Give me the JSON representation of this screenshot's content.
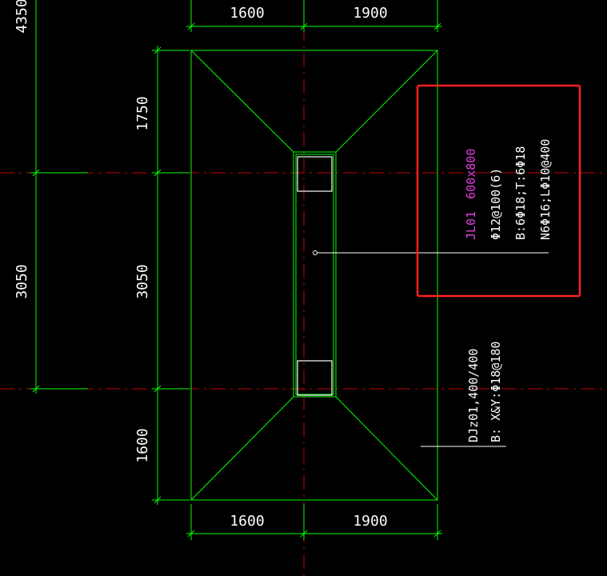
{
  "dimensions": {
    "top_left": "1600",
    "top_right": "1900",
    "bottom_left": "1600",
    "bottom_right": "1900",
    "outer_top": "4350",
    "outer_mid": "3050",
    "inner_top": "1750",
    "inner_mid": "3050",
    "inner_bottom": "1600"
  },
  "beam_label": {
    "name": "JL01",
    "size": "600x800",
    "stirrup": "Φ12@100(6)",
    "rebar": "B:6Φ18;T:6Φ18",
    "side": "N6Φ16;LΦ10@400"
  },
  "footing_label": {
    "line1": "DJz01,400/400",
    "line2": "B: X&Y:Φ18@180"
  },
  "colors": {
    "background": "#000000",
    "outline": "#00ff00",
    "axis": "#cc0000",
    "text": "#ffffff",
    "highlight": "#e040e0",
    "callout_box": "#ff2020"
  }
}
